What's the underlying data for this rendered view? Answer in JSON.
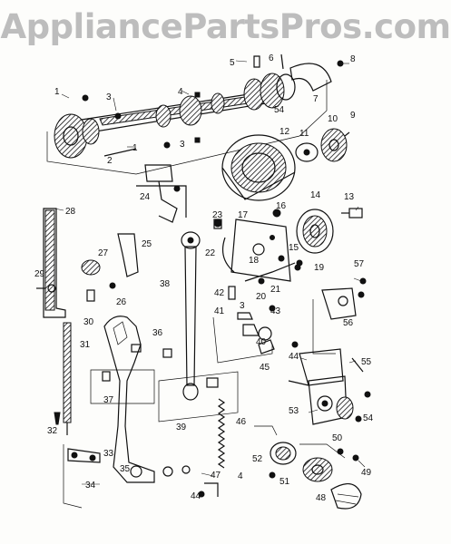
{
  "watermark": "AppliancePartsPros.com",
  "labels": {
    "l1a": "1",
    "l1b": "1",
    "l2": "2",
    "l3a": "3",
    "l3b": "3",
    "l3c": "3",
    "l4a": "4",
    "l4b": "4",
    "l5": "5",
    "l6": "6",
    "l7": "7",
    "l8": "8",
    "l9": "9",
    "l10": "10",
    "l11": "11",
    "l12": "12",
    "l13": "13",
    "l14": "14",
    "l15": "15",
    "l16": "16",
    "l17": "17",
    "l18": "18",
    "l19": "19",
    "l20": "20",
    "l21": "21",
    "l22": "22",
    "l23": "23",
    "l24": "24",
    "l25": "25",
    "l26": "26",
    "l27": "27",
    "l28": "28",
    "l29": "29",
    "l30": "30",
    "l31": "31",
    "l32": "32",
    "l33": "33",
    "l34": "34",
    "l35": "35",
    "l36": "36",
    "l37": "37",
    "l38": "38",
    "l39": "39",
    "l40": "40",
    "l41": "41",
    "l42": "42",
    "l43": "43",
    "l44a": "44",
    "l44b": "44",
    "l45": "45",
    "l46": "46",
    "l47": "47",
    "l48": "48",
    "l49": "49",
    "l50": "50",
    "l51": "51",
    "l52": "52",
    "l53": "53",
    "l54a": "54",
    "l54b": "54",
    "l55": "55",
    "l56": "56",
    "l57": "57"
  }
}
